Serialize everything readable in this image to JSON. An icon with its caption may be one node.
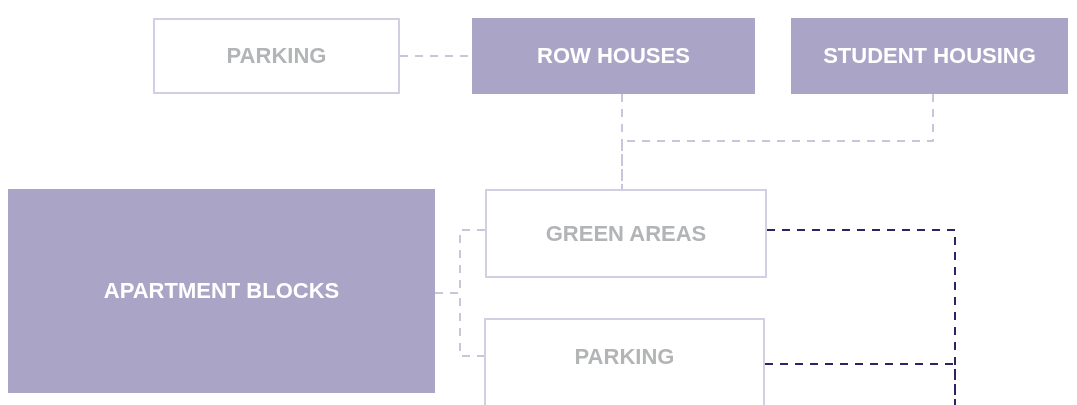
{
  "diagram": {
    "nodes": [
      {
        "text": [
          "PARKING"
        ]
      },
      {
        "text": [
          "ROW HOUSES"
        ]
      },
      {
        "text": [
          "STUDENT HOUSING"
        ]
      },
      {
        "text": [
          "APARTMENT BLOCKS"
        ]
      },
      {
        "text": [
          "GREEN AREAS"
        ]
      },
      {
        "text": [
          "PARKING"
        ]
      }
    ],
    "edges": [
      {
        "from": 0,
        "to": 1,
        "arrow": "none",
        "style": "dashed"
      },
      {
        "from": 1,
        "to": 4,
        "arrow": "none",
        "style": "dashed"
      },
      {
        "from": 2,
        "to": 4,
        "arrow": "none",
        "style": "dashed"
      },
      {
        "from": 3,
        "to": 4,
        "arrow": "none",
        "style": "dashed"
      },
      {
        "from": 3,
        "to": 5,
        "arrow": "none",
        "style": "dashed"
      },
      {
        "from": 4,
        "to": null,
        "arrow": "none",
        "style": "dashed",
        "color": "#2d2466"
      },
      {
        "from": 5,
        "to": null,
        "arrow": "none",
        "style": "dashed",
        "color": "#2d2466"
      }
    ]
  }
}
